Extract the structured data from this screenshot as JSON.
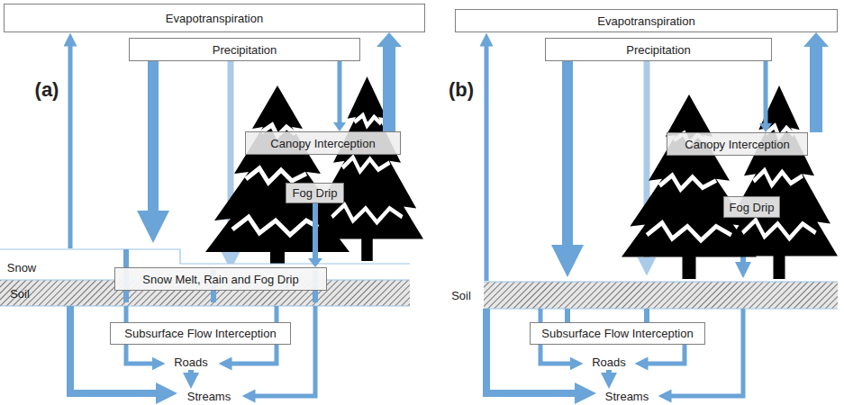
{
  "diagram": {
    "nodes": [
      {
        "text": [
          "Evapotranspiration"
        ]
      },
      {
        "text": [
          "Precipitation"
        ]
      },
      {
        "text": [
          "Canopy Interception"
        ]
      },
      {
        "text": [
          "Fog Drip"
        ]
      },
      {
        "text": [
          "Snow Melt, Rain and Fog Drip"
        ]
      },
      {
        "text": [
          "Subsurface Flow Interception"
        ]
      },
      {
        "text": [
          "Evapotranspiration"
        ]
      },
      {
        "text": [
          "Precipitation"
        ]
      },
      {
        "text": [
          "Canopy Interception"
        ]
      },
      {
        "text": [
          "Fog Drip"
        ]
      },
      {
        "text": [
          "Subsurface Flow Interception"
        ]
      }
    ],
    "edges": [
      {
        "from": 1,
        "to": 2,
        "arrow": "to"
      },
      {
        "from": 2,
        "to": 0,
        "arrow": "to"
      },
      {
        "from": 3,
        "to": 4,
        "arrow": "to"
      },
      {
        "from": 7,
        "to": 8,
        "arrow": "to"
      },
      {
        "from": 8,
        "to": 6,
        "arrow": "to"
      }
    ],
    "labels": [
      "(a)",
      "(b)",
      "Snow",
      "Soil",
      "Soil",
      "Roads",
      "Streams",
      "Roads",
      "Streams"
    ]
  }
}
